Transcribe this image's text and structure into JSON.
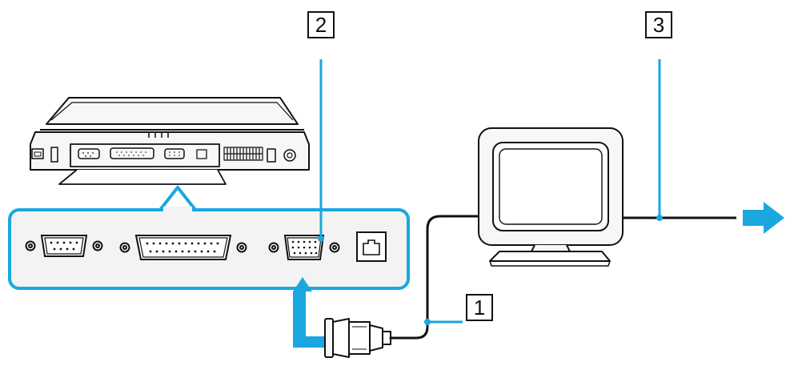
{
  "callouts": {
    "one": "1",
    "two": "2",
    "three": "3"
  },
  "colors": {
    "accent": "#1aa7e0",
    "line": "#111111",
    "panel_fill": "#f3f3f3",
    "device_fill": "#f7f7f7"
  },
  "icons": {
    "laptop": "laptop-rear-view",
    "monitor": "crt-monitor",
    "connector": "vga-plug",
    "direction": "arrow-right"
  }
}
